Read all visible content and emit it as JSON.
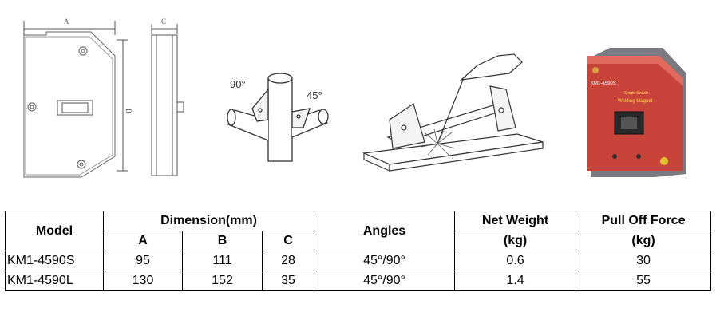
{
  "figures": {
    "drawing": {
      "label_a": "A",
      "label_b": "B",
      "label_c": "C"
    },
    "usage": {
      "angle_left": "90°",
      "angle_right": "45°"
    },
    "product": {
      "brand_text": "KM1-4590S",
      "title_text": "Welding Magnet",
      "sub_text": "Single Switch"
    }
  },
  "table": {
    "headers": {
      "model": "Model",
      "dimension": "Dimension(mm)",
      "a": "A",
      "b": "B",
      "c": "C",
      "angles": "Angles",
      "net_weight": "Net Weight",
      "net_weight_unit": "(kg)",
      "pull_off_force": "Pull Off Force",
      "pull_off_force_unit": "(kg)"
    },
    "rows": [
      {
        "model": "KM1-4590S",
        "a": "95",
        "b": "111",
        "c": "28",
        "angles": "45°/90°",
        "net_weight": "0.6",
        "pull_off_force": "30"
      },
      {
        "model": "KM1-4590L",
        "a": "130",
        "b": "152",
        "c": "35",
        "angles": "45°/90°",
        "net_weight": "1.4",
        "pull_off_force": "55"
      }
    ]
  }
}
